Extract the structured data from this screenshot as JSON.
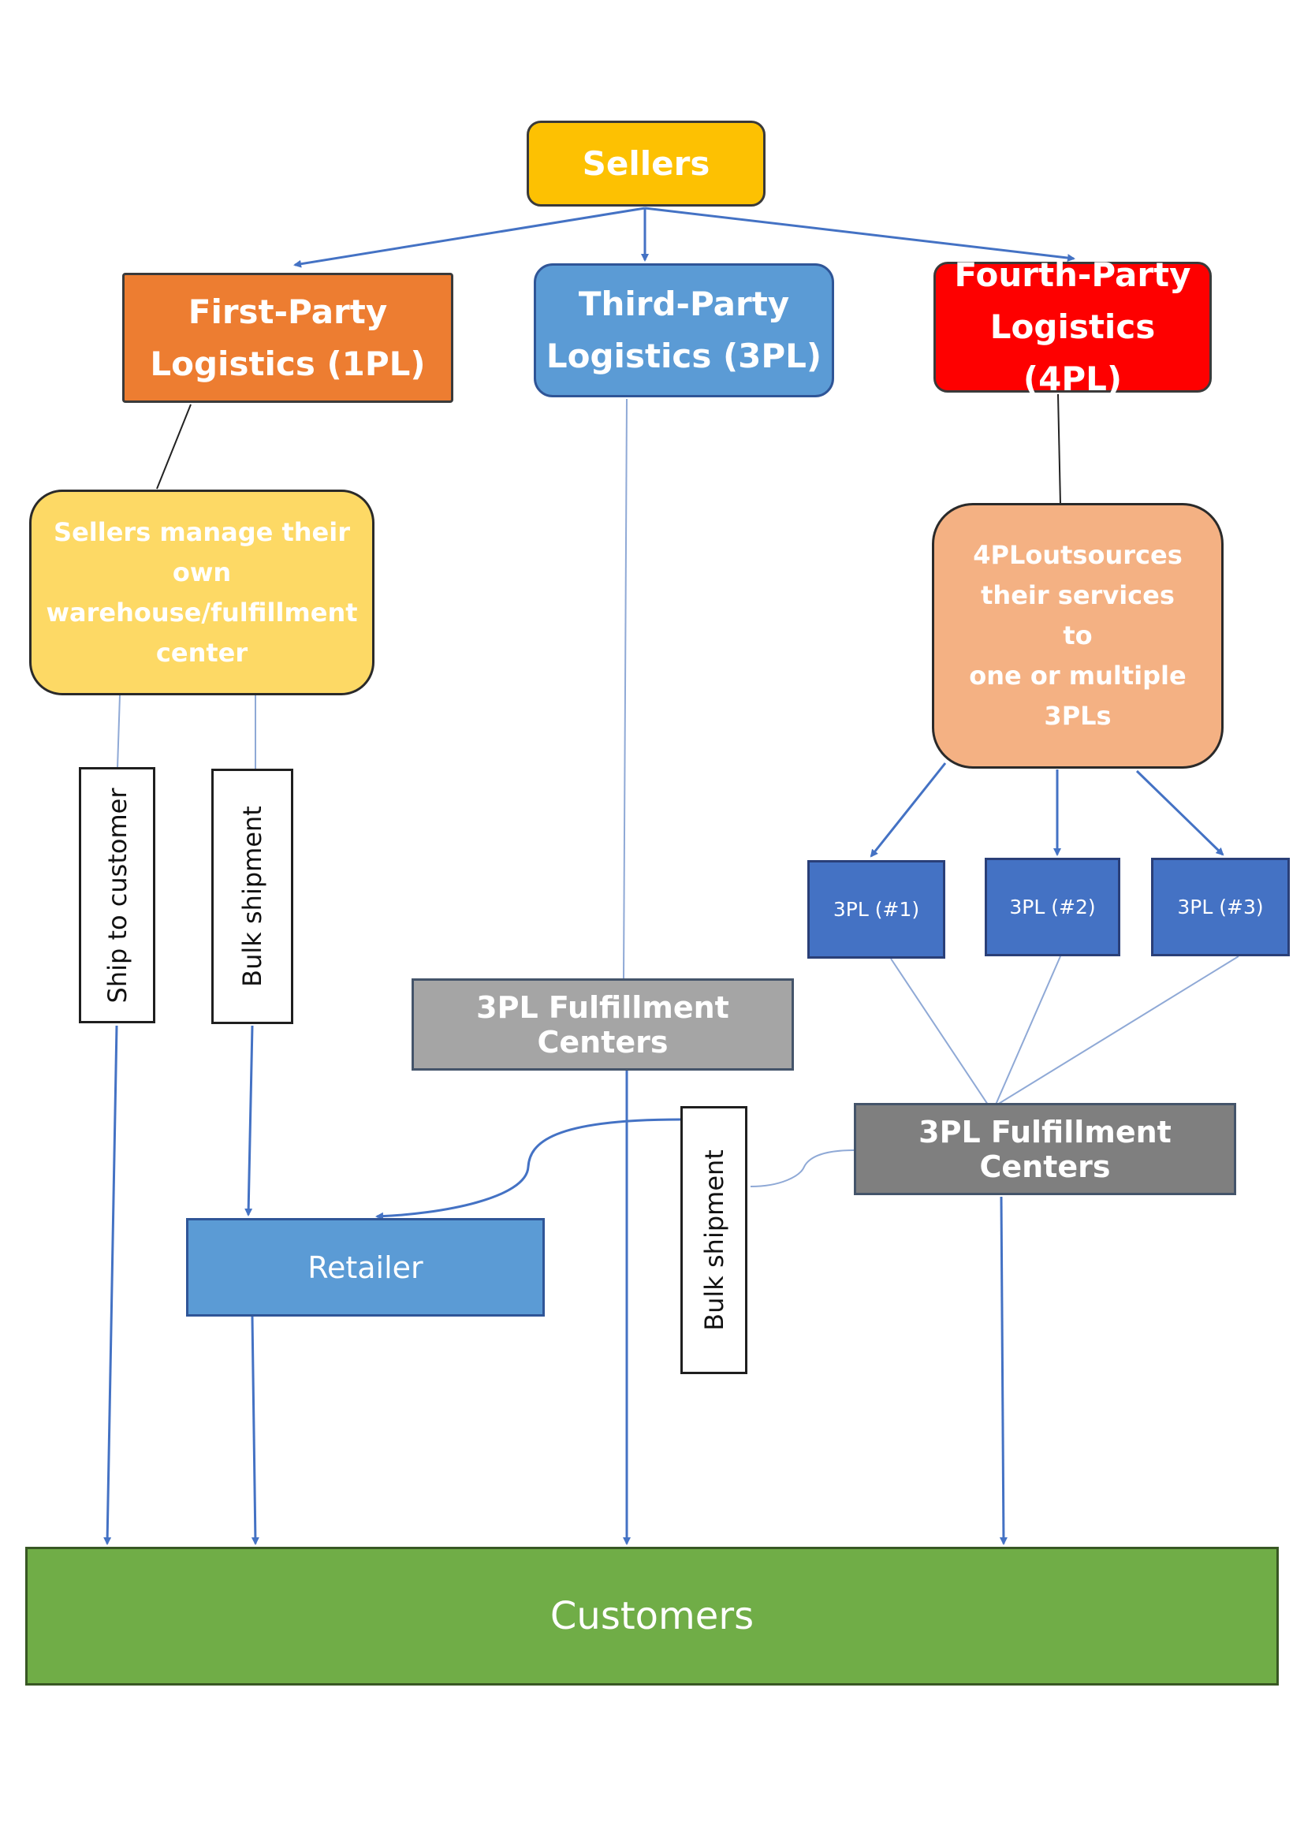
{
  "nodes": {
    "sellers": "Sellers",
    "first_party": [
      "First-Party",
      "Logistics (1PL)"
    ],
    "third_party": [
      "Third-Party",
      "Logistics (3PL)"
    ],
    "fourth_party": [
      "Fourth-Party",
      "Logistics (4PL)"
    ],
    "first_party_desc": [
      "Sellers manage their",
      "own",
      "warehouse/fulfillment",
      "center"
    ],
    "fourth_party_desc": [
      "4PLoutsources",
      "their services to",
      "one or multiple",
      "3PLs"
    ],
    "tpl_1": "3PL (#1)",
    "tpl_2": "3PL (#2)",
    "tpl_3": "3PL (#3)",
    "fulfillment_mid": "3PL Fulfillment Centers",
    "fulfillment_right": "3PL Fulfillment Centers",
    "retailer": "Retailer",
    "customers": "Customers"
  },
  "edge_labels": {
    "ship_to_customer": "Ship to customer",
    "bulk_shipment_1": "Bulk shipment",
    "bulk_shipment_2": "Bulk shipment"
  },
  "colors": {
    "sellers": "#fdc102",
    "first_party": "#ed7d31",
    "third_party": "#5b9bd5",
    "fourth_party": "#fe0000",
    "first_party_desc": "#fdd965",
    "fourth_party_desc": "#f4b183",
    "tpl_boxes": "#4472c4",
    "fulfillment_mid": "#a5a5a5",
    "fulfillment_right": "#7f7f7f",
    "retailer": "#5b9bd5",
    "customers": "#70ad47",
    "arrows": "#4472c4"
  }
}
